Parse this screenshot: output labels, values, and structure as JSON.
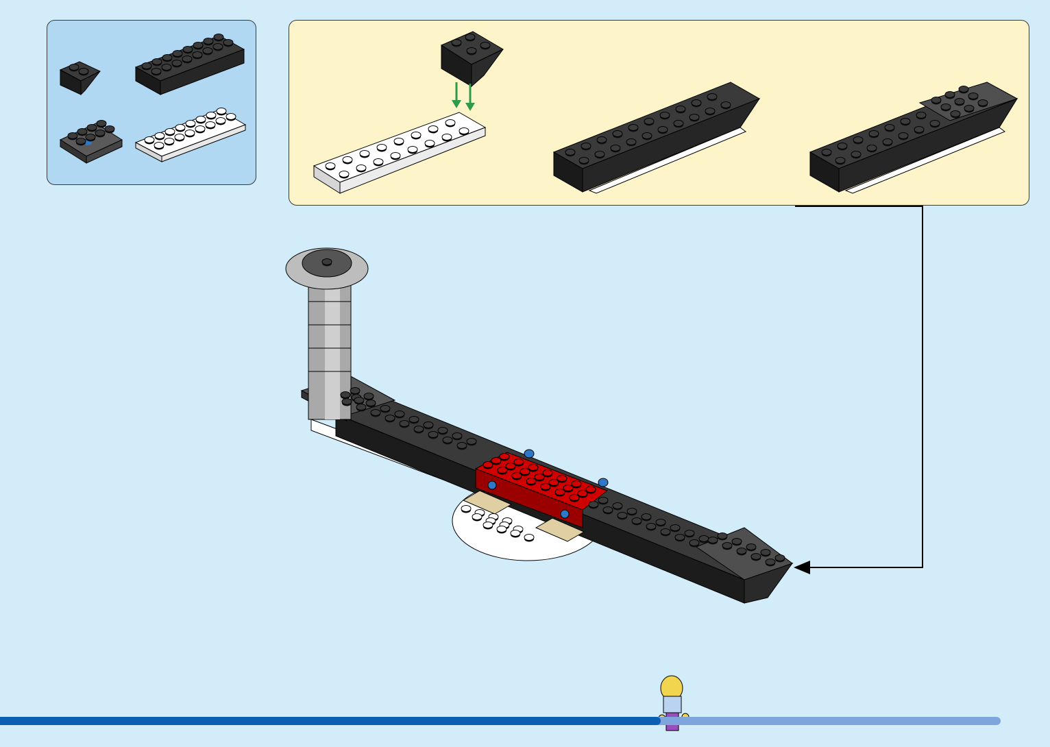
{
  "parts_list": {
    "items": [
      {
        "name": "slope-2x2-black",
        "count": ""
      },
      {
        "name": "brick-2x8-black",
        "count": ""
      },
      {
        "name": "plate-2x4-dark-gray",
        "count": ""
      },
      {
        "name": "plate-2x8-white",
        "count": ""
      }
    ]
  },
  "sub_assembly": {
    "steps": [
      "attach-slope-to-plate",
      "add-black-bricks",
      "complete-wing-segment"
    ]
  },
  "progress": {
    "fraction": 0.66
  },
  "colors": {
    "background": "#d3ecfa",
    "parts_panel": "#b0d8f3",
    "sub_panel": "#fdf4c9",
    "progress_fill": "#0a5fb4",
    "progress_track": "#7fa6dc",
    "arrow_green": "#2e9a4a"
  }
}
